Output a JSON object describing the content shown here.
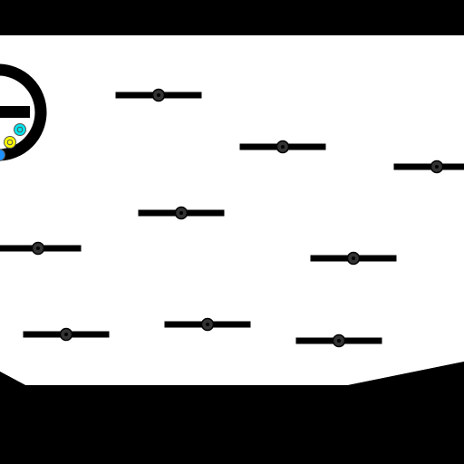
{
  "scene": {
    "background_color": "#000000",
    "playfield_color": "#ffffff",
    "solid_color": "#000000",
    "pivot_color": "#333333"
  },
  "wheel": {
    "description_icon": "wheel-icon",
    "balls": [
      {
        "color": "#00e5ee",
        "icon": "ball-icon"
      },
      {
        "color": "#ffff00",
        "icon": "ball-icon"
      },
      {
        "color": "#1e90ff",
        "icon": "ball-icon"
      }
    ]
  },
  "paddles": [
    {
      "id": 1,
      "icon": "rotating-paddle-icon"
    },
    {
      "id": 2,
      "icon": "rotating-paddle-icon"
    },
    {
      "id": 3,
      "icon": "rotating-paddle-icon"
    },
    {
      "id": 4,
      "icon": "rotating-paddle-icon"
    },
    {
      "id": 5,
      "icon": "rotating-paddle-icon"
    },
    {
      "id": 6,
      "icon": "rotating-paddle-icon"
    },
    {
      "id": 7,
      "icon": "rotating-paddle-icon"
    },
    {
      "id": 8,
      "icon": "rotating-paddle-icon"
    },
    {
      "id": 9,
      "icon": "rotating-paddle-icon"
    }
  ]
}
